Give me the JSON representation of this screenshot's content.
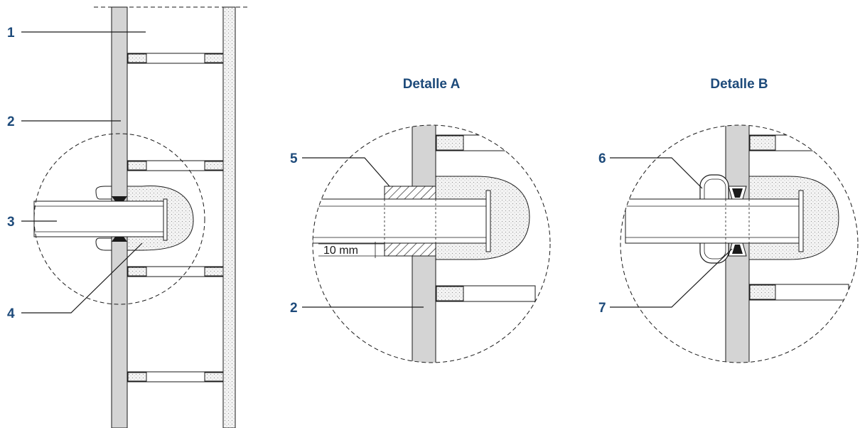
{
  "labels": {
    "n1": "1",
    "n2": "2",
    "n3": "3",
    "n4": "4",
    "n5": "5",
    "n2b": "2",
    "n6": "6",
    "n7": "7"
  },
  "detail_a": {
    "title": "Detalle A"
  },
  "detail_b": {
    "title": "Detalle B"
  },
  "dimension": {
    "text": "10 mm"
  },
  "colors": {
    "label": "#1d4a7a",
    "board": "#d4d4d4",
    "line": "#1a1a1a"
  }
}
